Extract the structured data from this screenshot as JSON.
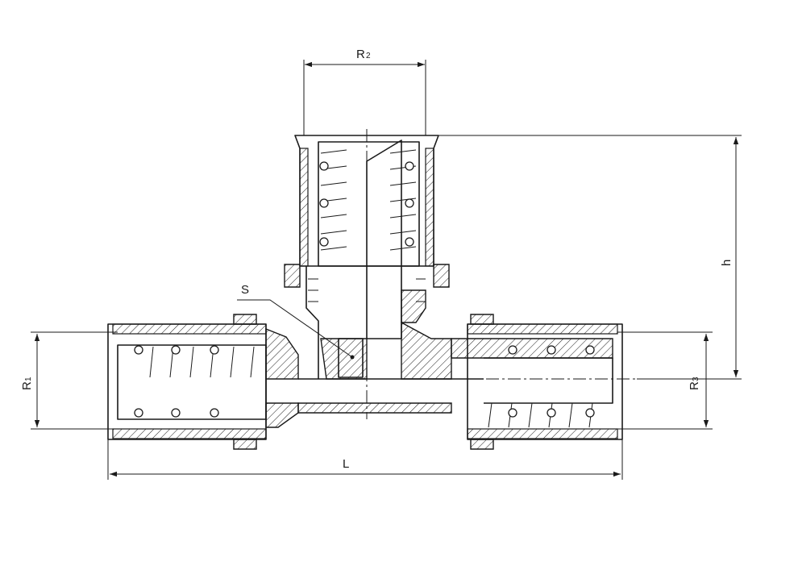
{
  "labels": {
    "r2": {
      "main": "R",
      "sub": "2"
    },
    "r1": {
      "main": "R",
      "sub": "1"
    },
    "r3": {
      "main": "R",
      "sub": "3"
    },
    "h": "h",
    "l": "L",
    "s": "S"
  }
}
